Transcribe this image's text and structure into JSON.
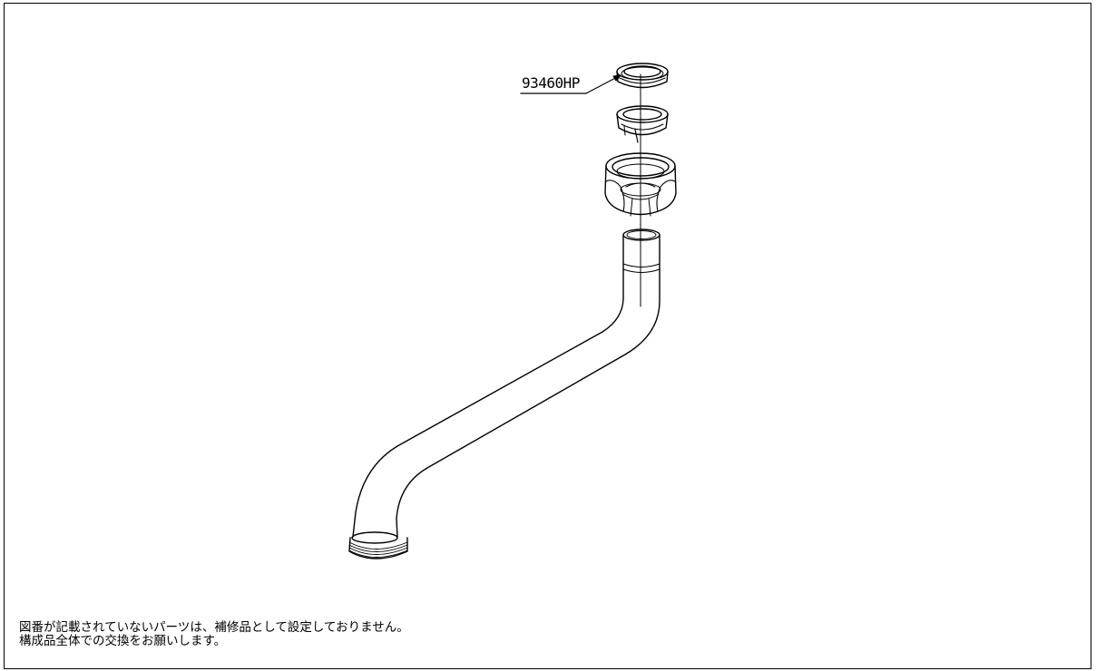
{
  "callout": {
    "part_number": "93460HP"
  },
  "notes": {
    "line1": "図番が記載されていないパーツは、補修品として設定しておりません。",
    "line2": "構成品全体での交換をお願いします。"
  },
  "parts": [
    {
      "name": "packing-ring",
      "icon": "ring-icon"
    },
    {
      "name": "split-ring",
      "icon": "ring-icon"
    },
    {
      "name": "cap-nut",
      "icon": "hex-nut-icon"
    },
    {
      "name": "spout-pipe",
      "icon": "pipe-icon"
    }
  ]
}
